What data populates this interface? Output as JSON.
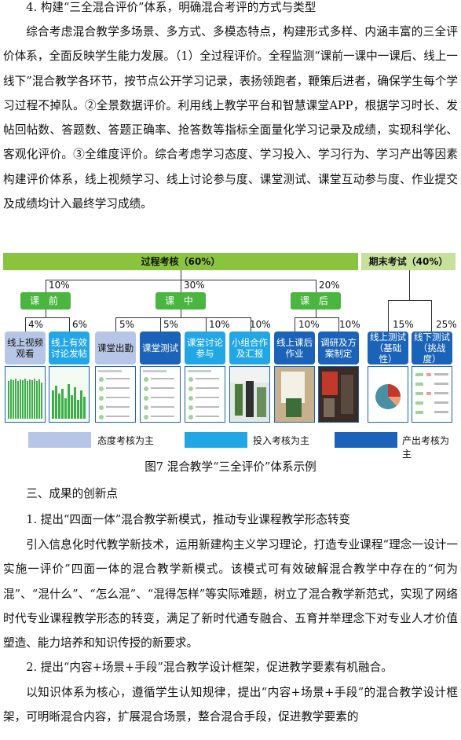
{
  "section_heading": "4. 构建“三全混合评价”体系，明确混合考评的方式与类型",
  "paragraph_1": "综合考虑混合教学多场景、多方式、多模态特点，构建形式多样、内涵丰富的三全评价体系，全面反映学生能力发展。（1）全过程评价。全程监测“课前一课中一课后、线上一线下”混合教学各环节，按节点公开学习记录，表扬领跑者，鞭策后进者，确保学生每个学习过程不掉队。②全景数据评价。利用线上教学平台和智慧课堂APP，根据学习时长、发帖回帖数、答题数、答题正确率、抢答数等指标全面量化学习记录及成绩，实现科学化、客观化评价。③全维度评价。综合考虑学习态度、学习投入、学习行为、学习产出等因素构建评价体系，线上视频学习、线上讨论参与度、课堂测试、课堂互动参与度、作业提交及成绩均计入最终学习成绩。",
  "figure": {
    "process_bar": "过程考核（60%）",
    "final_bar": "期末考试（40%）",
    "phases": [
      {
        "label": "课 前",
        "pct": "10%"
      },
      {
        "label": "课 中",
        "pct": "30%"
      },
      {
        "label": "课 后",
        "pct": "20%"
      }
    ],
    "items": [
      {
        "label": "线上视频观看",
        "pct": "4%"
      },
      {
        "label": "线上有效讨论发帖",
        "pct": "6%"
      },
      {
        "label": "课堂出勤",
        "pct": "5%"
      },
      {
        "label": "课堂测试",
        "pct": "5%"
      },
      {
        "label": "课堂讨论参与",
        "pct": "10%"
      },
      {
        "label": "小组合作及汇报",
        "pct": "10%"
      },
      {
        "label": "线上课后作业",
        "pct": "10%"
      },
      {
        "label": "调研及方案制定",
        "pct": "10%"
      },
      {
        "label": "线上测试（基础性）",
        "pct": "15%"
      },
      {
        "label": "线下测试（挑战度）",
        "pct": "25%"
      }
    ],
    "legend": [
      {
        "label": "态度考核为主",
        "color": "#b7c6e6"
      },
      {
        "label": "投入考核为主",
        "color": "#22a7e6"
      },
      {
        "label": "产出考核为主",
        "color": "#1a63b8"
      }
    ],
    "caption": "图7 混合教学“三全评价”体系示例"
  },
  "heading_3": "三、成果的创新点",
  "heading_3_1": "1. 提出“四面一体”混合教学新模式，推动专业课程教学形态转变",
  "paragraph_2": "引入信息化时代教学新技术，运用新建构主义学习理论，打造专业课程“理念一设计一实施一评价”四面一体的混合教学新模式。该模式可有效破解混合教学中存在的“何为混”、“混什么”、“怎么混”、“混得怎样”等实际难题，树立了混合教学新范式，实现了网络时代专业课程教学形态的转变，满足了新时代通专融合、五育并举理念下对专业人才价值塑造、能力培养和知识传授的新要求。",
  "heading_3_2": "2. 提出“内容+场景+手段”混合教学设计框架，促进教学要素有机融合。",
  "paragraph_3": "以知识体系为核心，遵循学生认知规律，提出“内容+场景+手段”的混合教学设计框架，可明晰混合内容，扩展混合场景，整合混合手段，促进教学要素的"
}
